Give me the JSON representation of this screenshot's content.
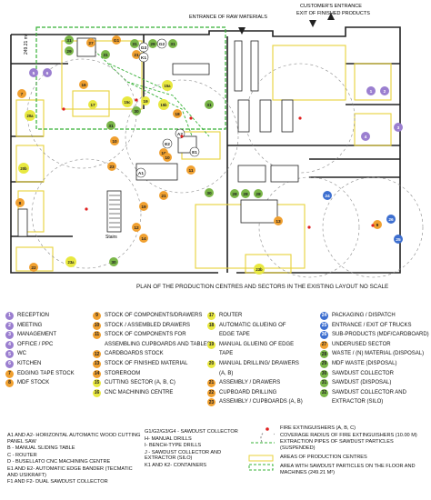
{
  "plan": {
    "top_labels": {
      "raw_materials": "ENTRANCE OF RAW MATERIALS",
      "customers_entrance": "CUSTOMER'S ENTRANCE",
      "exit_products": "EXIT OF FINISHED PRODUCTS",
      "area_dim": "249.21 m²",
      "stairs": "Stairs"
    },
    "markers": [
      {
        "id": "31",
        "c": "#7ab648"
      },
      {
        "id": "29",
        "c": "#7ab648"
      },
      {
        "id": "27",
        "c": "#f0a030"
      },
      {
        "id": "G1",
        "c": "#f0a030"
      },
      {
        "id": "31",
        "c": "#7ab648"
      },
      {
        "id": "21",
        "c": "#f0a030"
      },
      {
        "id": "G3",
        "c": "#ffffff"
      },
      {
        "id": "29",
        "c": "#7ab648"
      },
      {
        "id": "G2",
        "c": "#ffffff"
      },
      {
        "id": "31",
        "c": "#7ab648"
      },
      {
        "id": "K1",
        "c": "#ffffff"
      },
      {
        "id": "31",
        "c": "#7ab648"
      },
      {
        "id": "5",
        "c": "#9b7fd0"
      },
      {
        "id": "16",
        "c": "#f0a030"
      },
      {
        "id": "15a",
        "c": "#e8e840"
      },
      {
        "id": "19",
        "c": "#e8e840"
      },
      {
        "id": "31",
        "c": "#7ab648"
      },
      {
        "id": "17",
        "c": "#e8e840"
      },
      {
        "id": "15c",
        "c": "#e8e840"
      },
      {
        "id": "15b",
        "c": "#e8e840"
      },
      {
        "id": "A2",
        "c": "#ffffff"
      },
      {
        "id": "20a",
        "c": "#e8e840"
      },
      {
        "id": "30",
        "c": "#7ab648"
      },
      {
        "id": "31",
        "c": "#7ab648"
      },
      {
        "id": "10",
        "c": "#f0a030"
      },
      {
        "id": "E2",
        "c": "#ffffff"
      },
      {
        "id": "10",
        "c": "#f0a030"
      },
      {
        "id": "11",
        "c": "#f0a030"
      },
      {
        "id": "A1",
        "c": "#ffffff"
      },
      {
        "id": "20b",
        "c": "#e8e840"
      },
      {
        "id": "8",
        "c": "#f0a030"
      },
      {
        "id": "10",
        "c": "#f0a030"
      },
      {
        "id": "23",
        "c": "#f0a030"
      },
      {
        "id": "18",
        "c": "#f0a030"
      },
      {
        "id": "19",
        "c": "#f0a030"
      },
      {
        "id": "30",
        "c": "#7ab648"
      },
      {
        "id": "12",
        "c": "#f0a030"
      },
      {
        "id": "14",
        "c": "#f0a030"
      },
      {
        "id": "28",
        "c": "#7ab648"
      },
      {
        "id": "28",
        "c": "#7ab648"
      },
      {
        "id": "28",
        "c": "#7ab648"
      },
      {
        "id": "E1",
        "c": "#ffffff"
      },
      {
        "id": "24",
        "c": "#3d6fd0"
      },
      {
        "id": "13",
        "c": "#f0a030"
      },
      {
        "id": "9",
        "c": "#f0a030"
      },
      {
        "id": "1",
        "c": "#9b7fd0"
      },
      {
        "id": "2",
        "c": "#9b7fd0"
      },
      {
        "id": "3",
        "c": "#9b7fd0"
      },
      {
        "id": "4",
        "c": "#9b7fd0"
      },
      {
        "id": "25",
        "c": "#3d6fd0"
      },
      {
        "id": "21",
        "c": "#f0a030"
      },
      {
        "id": "22",
        "c": "#f0a030"
      },
      {
        "id": "23a",
        "c": "#e8e840"
      },
      {
        "id": "23b",
        "c": "#e8e840"
      },
      {
        "id": "6",
        "c": "#9b7fd0"
      },
      {
        "id": "7",
        "c": "#f0a030"
      },
      {
        "id": "26",
        "c": "#3d6fd0"
      },
      {
        "id": "30",
        "c": "#7ab648"
      }
    ]
  },
  "caption": "PLAN OF THE PRODUCTION CENTRES AND SECTORS IN THE EXISTING LAYOUT NO SCALE",
  "legend": {
    "col1": [
      {
        "n": "1",
        "t": "RECEPTION",
        "c": "#9b7fd0"
      },
      {
        "n": "2",
        "t": "MEETING",
        "c": "#9b7fd0"
      },
      {
        "n": "3",
        "t": "MANAGEMENT",
        "c": "#9b7fd0"
      },
      {
        "n": "4",
        "t": "OFFICE / PPC",
        "c": "#9b7fd0"
      },
      {
        "n": "5",
        "t": "WC",
        "c": "#9b7fd0"
      },
      {
        "n": "6",
        "t": "KITCHEN",
        "c": "#9b7fd0"
      },
      {
        "n": "7",
        "t": "EDGING TAPE STOCK",
        "c": "#f0a030"
      },
      {
        "n": "8",
        "t": "MDF STOCK",
        "c": "#f0a030"
      }
    ],
    "col2": [
      {
        "n": "9",
        "t": "STOCK OF COMPONENTS/DRAWERS",
        "c": "#f0a030"
      },
      {
        "n": "10",
        "t": "STOCK / ASSEMBLED DRAWERS",
        "c": "#f0a030"
      },
      {
        "n": "11",
        "t": "STOCK OF COMPONENTS FOR",
        "c": "#f0a030"
      },
      {
        "n": "",
        "t": "ASSEMBLING CUPBOARDS AND TABLES",
        "c": ""
      },
      {
        "n": "12",
        "t": "CARDBOARDS STOCK",
        "c": "#f0a030"
      },
      {
        "n": "13",
        "t": "STOCK OF FINISHED MATERIAL",
        "c": "#f0a030"
      },
      {
        "n": "14",
        "t": "STOREROOM",
        "c": "#f0a030"
      },
      {
        "n": "15",
        "t": "CUTTING SECTOR (a, b, c)",
        "c": "#e8e840"
      },
      {
        "n": "16",
        "t": "CNC MACHINING CENTRE",
        "c": "#e8e840"
      }
    ],
    "col3": [
      {
        "n": "17",
        "t": "ROUTER",
        "c": "#e8e840"
      },
      {
        "n": "18",
        "t": "AUTOMATIC GLUEING OF",
        "c": "#e8e840"
      },
      {
        "n": "",
        "t": "EDGE TAPE",
        "c": ""
      },
      {
        "n": "19",
        "t": "MANUAL GLUEING OF EDGE",
        "c": "#e8e840"
      },
      {
        "n": "",
        "t": "TAPE",
        "c": ""
      },
      {
        "n": "20",
        "t": "MANUAL DRILLING/ DRAWERS",
        "c": "#e8e840"
      },
      {
        "n": "",
        "t": "(a, b)",
        "c": ""
      },
      {
        "n": "21",
        "t": "ASSEMBLY / DRAWERS",
        "c": "#f0a030"
      },
      {
        "n": "22",
        "t": "CUPBOARD DRILLING",
        "c": "#f0a030"
      },
      {
        "n": "23",
        "t": "ASSEMBLY / CUPBOARDS (a, b)",
        "c": "#f0a030"
      }
    ],
    "col4": [
      {
        "n": "24",
        "t": "PACKAGING / DISPATCH",
        "c": "#3d6fd0"
      },
      {
        "n": "25",
        "t": "ENTRANCE / EXIT OF TRUCKS",
        "c": "#3d6fd0"
      },
      {
        "n": "26",
        "t": "SUB-PRODUCTS (MDF/CARDBOARD)",
        "c": "#3d6fd0"
      },
      {
        "n": "27",
        "t": "UNDERUSED SECTOR",
        "c": "#f0a030"
      },
      {
        "n": "28",
        "t": "WASTE / (N) MATERIAL (DISPOSAL)",
        "c": "#7ab648"
      },
      {
        "n": "29",
        "t": "MDF WASTE (DISPOSAL)",
        "c": "#7ab648"
      },
      {
        "n": "30",
        "t": "SAWDUST COLLECTOR",
        "c": "#7ab648"
      },
      {
        "n": "31",
        "t": "SAWDUST (DISPOSAL)",
        "c": "#7ab648"
      },
      {
        "n": "32",
        "t": "SAWDUST COLLECTOR AND",
        "c": "#7ab648"
      },
      {
        "n": "",
        "t": "EXTRACTOR (SILO)",
        "c": ""
      }
    ]
  },
  "key": {
    "machines_a": [
      "A1 AND A2- HORIZONTAL AUTOMATIC WOOD CUTTING PANEL SAW",
      "B - MANUAL SLIDING TABLE",
      "C - ROUTER",
      "D - BUSELLATO CNC MACHINING CENTRE",
      "E1 AND E2- AUTOMATIC EDGE BANDER (TECMATIC AND USIKRAFT)",
      "F1 AND F2- DUAL SAWDUST COLLECTOR"
    ],
    "machines_b": [
      "G1/G2/G3/G4 - SAWDUST COLLECTOR",
      "H- MANUAL DRILLS",
      "I- BENCH-TYPE DRILLS",
      "J - SAWDUST COLLECTOR AND EXTRACTOR (SILO)",
      "K1 AND K2- CONTAINERS"
    ],
    "symbols": {
      "fire": "FIRE EXTINGUISHERS (A, B, C)",
      "coverage": "COVERAGE RADIUS OF FIRE EXTINGUISHERS (10.00 m)",
      "pipes": "EXTRACTION PIPES OF SAWDUST PARTICLES (SUSPENDED)",
      "areas": "AREAS OF PRODUCTION CENTRES",
      "sawdust_area": "AREA WITH SAWDUST PARTICLES ON THE FLOOR AND MACHINES (249.21 m²)"
    }
  }
}
